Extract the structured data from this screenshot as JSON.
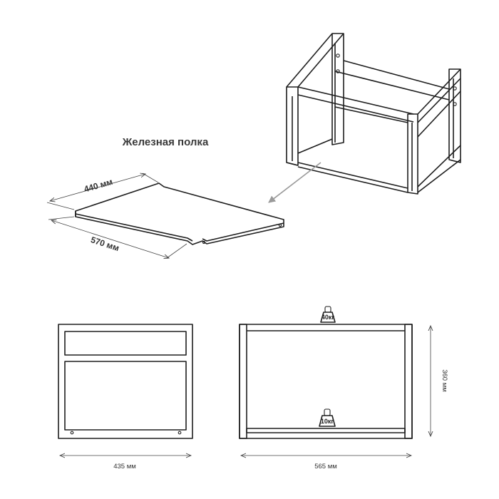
{
  "title": "Железная полка",
  "dimensions": {
    "shelf_width": "440 мм",
    "shelf_length": "570 мм",
    "side_width": "435 мм",
    "front_width": "565 мм",
    "height": "360 мм"
  },
  "loads": {
    "top": "40кг",
    "shelf": "10кг"
  }
}
